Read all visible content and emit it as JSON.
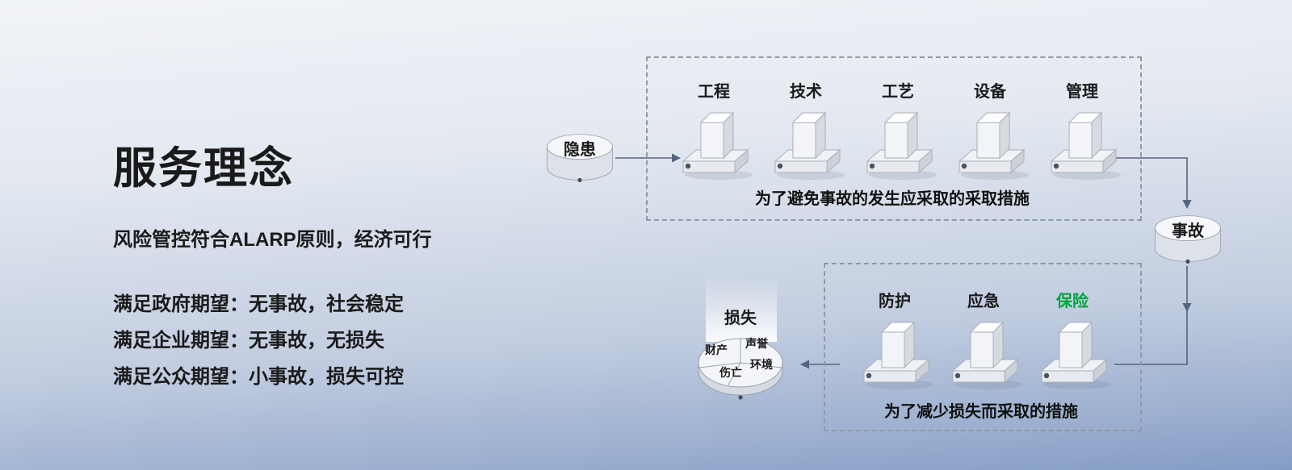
{
  "colors": {
    "background_top": "#f1f3f7",
    "background_bottom": "#849cc5",
    "text": "#1a1a1a",
    "insurance_green": "#00a43c"
  },
  "left_panel": {
    "title": "服务理念",
    "subtitle": "风险管控符合ALARP原则，经济可行",
    "expectations": [
      "满足政府期望：无事故，社会稳定",
      "满足企业期望：无事故，无损失",
      "满足公众期望：小事故，损失可控"
    ]
  },
  "diagram": {
    "hazard_label": "隐患",
    "accident_label": "事故",
    "prevention": {
      "barriers": [
        "工程",
        "技术",
        "工艺",
        "设备",
        "管理"
      ],
      "caption": "为了避免事故的发生应采取的采取措施"
    },
    "mitigation": {
      "barriers": [
        {
          "label": "防护",
          "color": "#1a1a1a"
        },
        {
          "label": "应急",
          "color": "#1a1a1a"
        },
        {
          "label": "保险",
          "color": "#00a43c"
        }
      ],
      "caption": "为了减少损失而采取的措施"
    },
    "loss": {
      "label": "损失",
      "slices": [
        "财产",
        "声誉",
        "伤亡",
        "环境"
      ]
    }
  }
}
